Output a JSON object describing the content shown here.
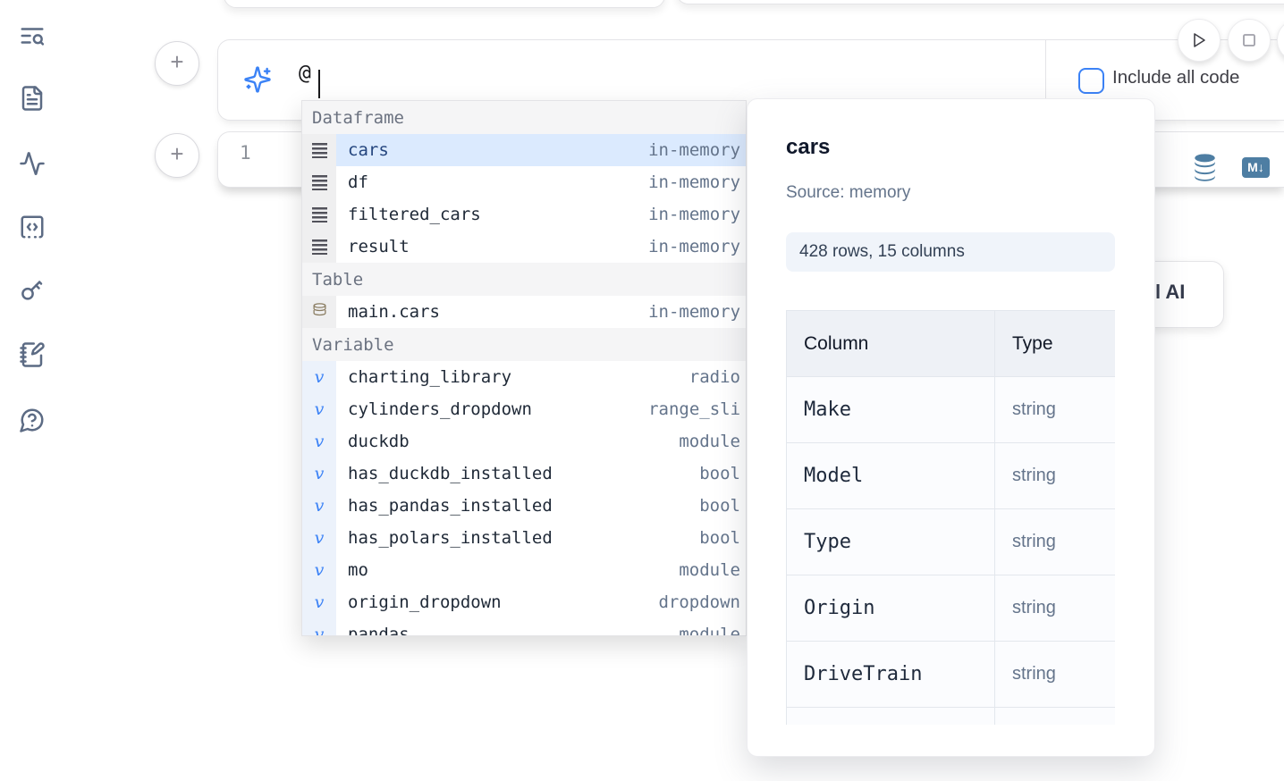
{
  "colors": {
    "accent": "#3b82f6",
    "steel_blue": "#4e7ea3",
    "selection_bg": "#dbeafe"
  },
  "sidebar": {
    "icons": [
      "text-search",
      "file-text",
      "activity",
      "code-square",
      "key",
      "notebook-pen",
      "help-message"
    ]
  },
  "ai_input": {
    "value": "@",
    "include_all_code_label": "Include all code"
  },
  "run_controls": {
    "play_icon": "play",
    "stop_icon": "stop"
  },
  "editor": {
    "line_number": "1",
    "markdown_badge": "M↓"
  },
  "ai_card": {
    "visible_text": "l AI"
  },
  "autocomplete": {
    "sections": [
      {
        "label": "Dataframe",
        "icon": "dataframe",
        "items": [
          {
            "name": "cars",
            "value": "in-memory",
            "selected": true
          },
          {
            "name": "df",
            "value": "in-memory",
            "selected": false
          },
          {
            "name": "filtered_cars",
            "value": "in-memory",
            "selected": false
          },
          {
            "name": "result",
            "value": "in-memory",
            "selected": false
          }
        ]
      },
      {
        "label": "Table",
        "icon": "table",
        "items": [
          {
            "name": "main.cars",
            "value": "in-memory",
            "selected": false
          }
        ]
      },
      {
        "label": "Variable",
        "icon": "variable",
        "items": [
          {
            "name": "charting_library",
            "value": "radio",
            "selected": false
          },
          {
            "name": "cylinders_dropdown",
            "value": "range_slider",
            "selected": false
          },
          {
            "name": "duckdb",
            "value": "module",
            "selected": false
          },
          {
            "name": "has_duckdb_installed",
            "value": "bool",
            "selected": false
          },
          {
            "name": "has_pandas_installed",
            "value": "bool",
            "selected": false
          },
          {
            "name": "has_polars_installed",
            "value": "bool",
            "selected": false
          },
          {
            "name": "mo",
            "value": "module",
            "selected": false
          },
          {
            "name": "origin_dropdown",
            "value": "dropdown",
            "selected": false
          },
          {
            "name": "pandas",
            "value": "module",
            "selected": false
          }
        ]
      }
    ]
  },
  "preview_panel": {
    "title": "cars",
    "source": "Source: memory",
    "shape_badge": "428 rows, 15 columns",
    "table": {
      "headers": [
        "Column",
        "Type"
      ],
      "rows": [
        [
          "Make",
          "string"
        ],
        [
          "Model",
          "string"
        ],
        [
          "Type",
          "string"
        ],
        [
          "Origin",
          "string"
        ],
        [
          "DriveTrain",
          "string"
        ]
      ]
    }
  }
}
